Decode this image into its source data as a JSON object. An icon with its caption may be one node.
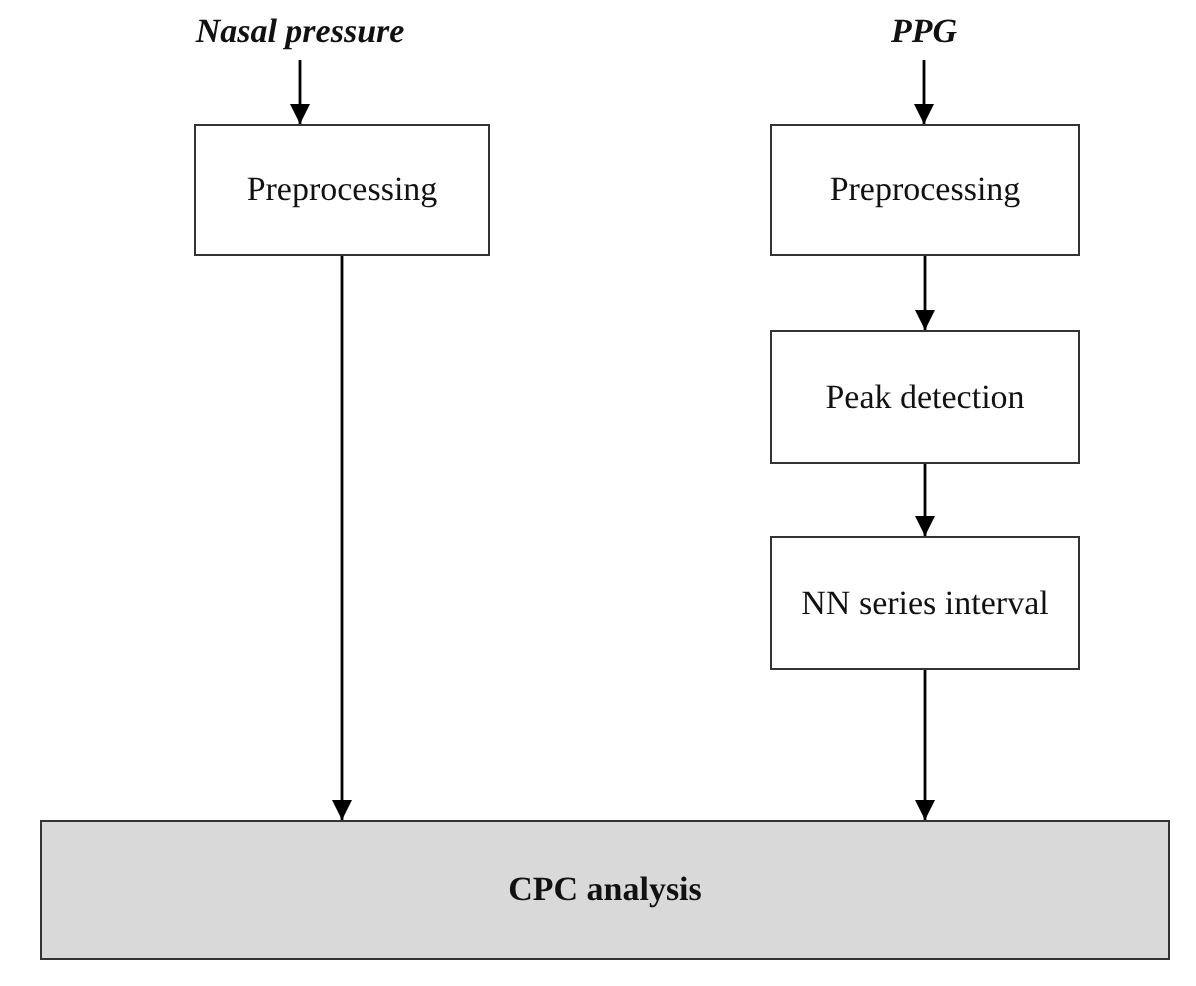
{
  "diagram": {
    "nodes": [
      {
        "text": [
          "Nasal pressure"
        ]
      },
      {
        "text": [
          "Preprocessing"
        ]
      },
      {
        "text": [
          "PPG"
        ]
      },
      {
        "text": [
          "Preprocessing"
        ]
      },
      {
        "text": [
          "Peak detection"
        ]
      },
      {
        "text": [
          "NN series interval"
        ]
      },
      {
        "text": [
          "CPC analysis"
        ]
      }
    ],
    "edges": [
      {
        "from": 0,
        "to": 1,
        "arrow": "to"
      },
      {
        "from": 1,
        "to": 6,
        "arrow": "to"
      },
      {
        "from": 2,
        "to": 3,
        "arrow": "to"
      },
      {
        "from": 3,
        "to": 4,
        "arrow": "to"
      },
      {
        "from": 4,
        "to": 5,
        "arrow": "to"
      },
      {
        "from": 5,
        "to": 6,
        "arrow": "to"
      }
    ]
  }
}
